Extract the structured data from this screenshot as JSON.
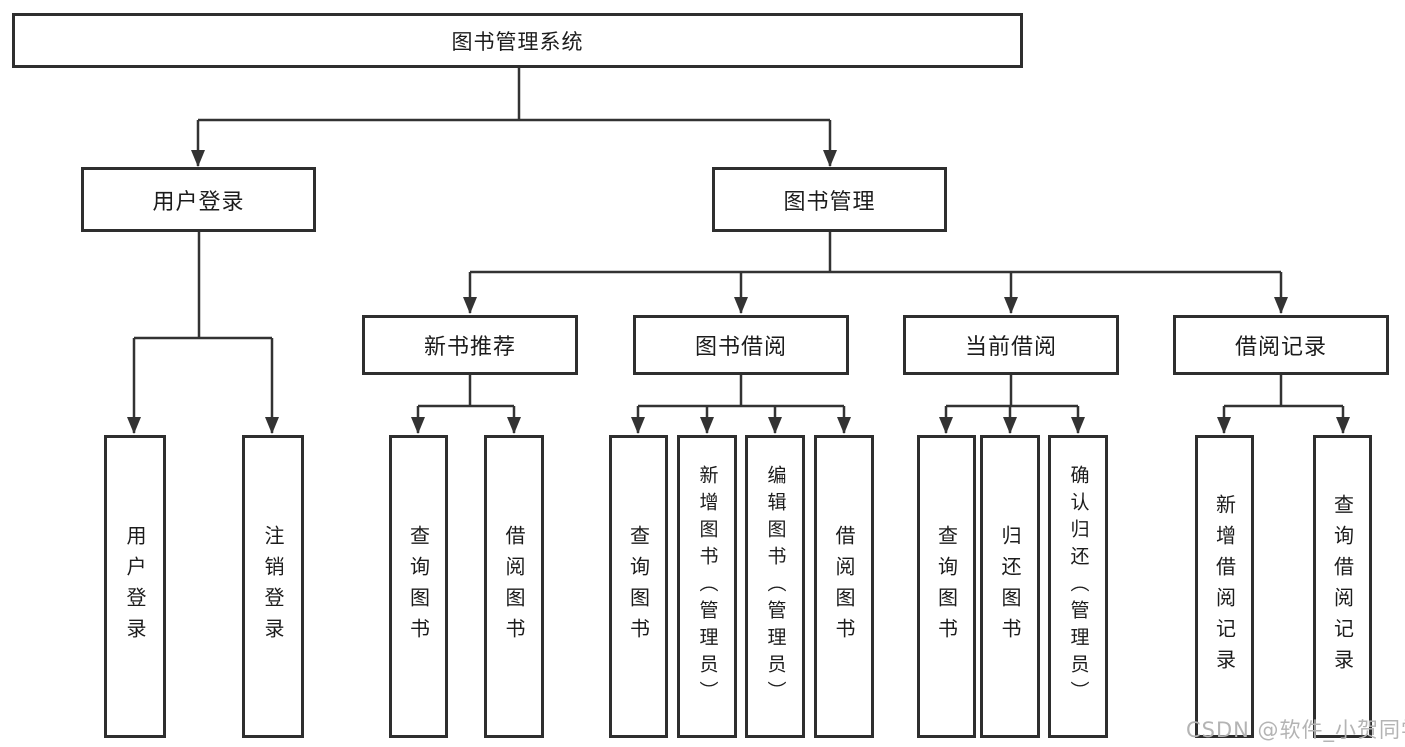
{
  "diagram": {
    "title": "图书管理系统",
    "level2": [
      {
        "label": "用户登录"
      },
      {
        "label": "图书管理"
      }
    ],
    "level3": [
      {
        "label": "新书推荐",
        "parent": "图书管理"
      },
      {
        "label": "图书借阅",
        "parent": "图书管理"
      },
      {
        "label": "当前借阅",
        "parent": "图书管理"
      },
      {
        "label": "借阅记录",
        "parent": "图书管理"
      }
    ],
    "leaves": [
      {
        "label": "用户登录",
        "parent": "用户登录"
      },
      {
        "label": "注销登录",
        "parent": "用户登录"
      },
      {
        "label": "查询图书",
        "parent": "新书推荐"
      },
      {
        "label": "借阅图书",
        "parent": "新书推荐"
      },
      {
        "label": "查询图书",
        "parent": "图书借阅"
      },
      {
        "label": "新增图书（管理员）",
        "parent": "图书借阅"
      },
      {
        "label": "编辑图书（管理员）",
        "parent": "图书借阅"
      },
      {
        "label": "借阅图书",
        "parent": "图书借阅"
      },
      {
        "label": "查询图书",
        "parent": "当前借阅"
      },
      {
        "label": "归还图书",
        "parent": "当前借阅"
      },
      {
        "label": "确认归还（管理员）",
        "parent": "当前借阅"
      },
      {
        "label": "新增借阅记录",
        "parent": "借阅记录"
      },
      {
        "label": "查询借阅记录",
        "parent": "借阅记录"
      }
    ],
    "watermark": "CSDN @软件_小贺同学",
    "colors": {
      "line": "#333333",
      "box_border": "#2e2e2e",
      "text": "#1c1c1c",
      "watermark": "#b4b4b4",
      "background": "#ffffff"
    }
  }
}
